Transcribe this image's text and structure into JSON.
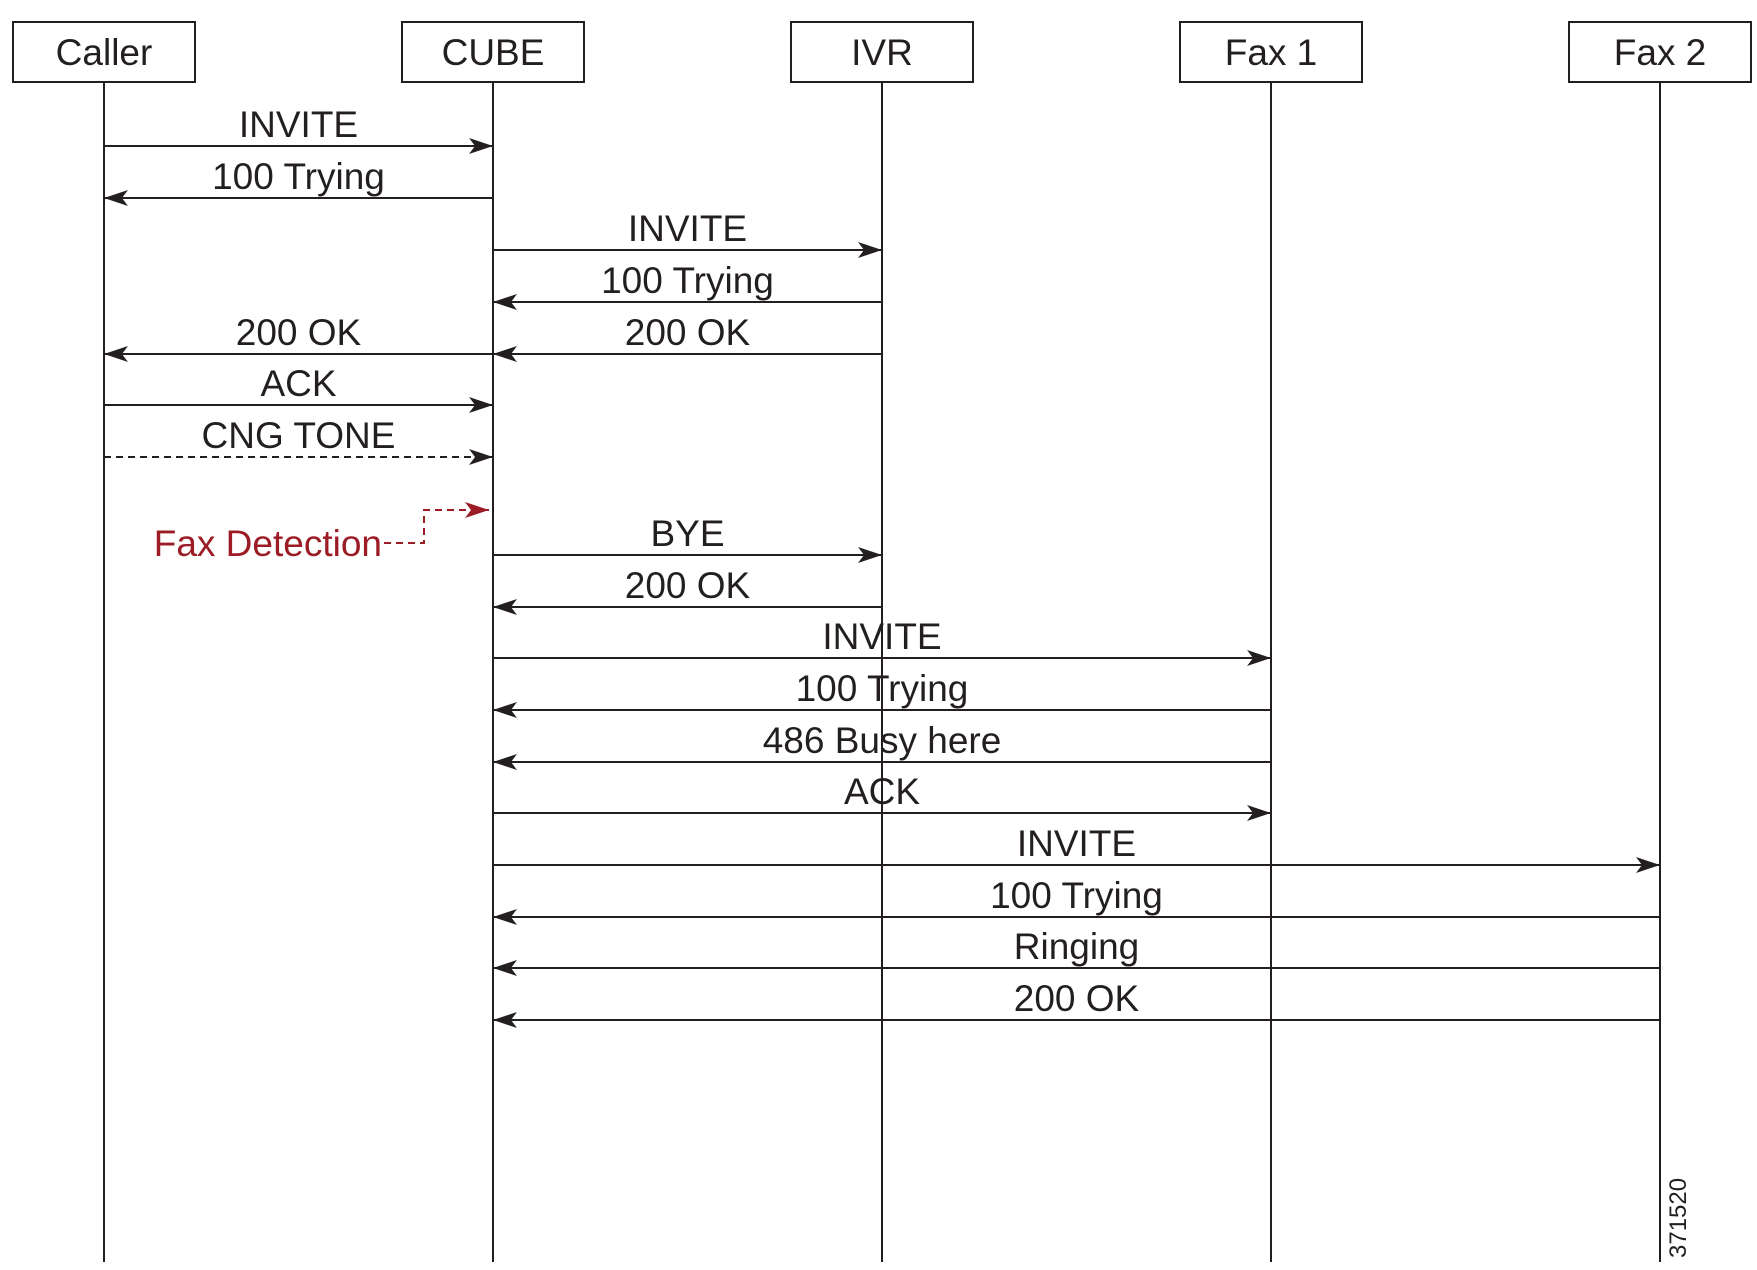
{
  "participants": [
    {
      "id": "caller",
      "label": "Caller"
    },
    {
      "id": "cube",
      "label": "CUBE"
    },
    {
      "id": "ivr",
      "label": "IVR"
    },
    {
      "id": "fax1",
      "label": "Fax 1"
    },
    {
      "id": "fax2",
      "label": "Fax 2"
    }
  ],
  "messages": [
    {
      "label": "INVITE",
      "from": "caller",
      "to": "cube",
      "style": "solid"
    },
    {
      "label": "100 Trying",
      "from": "cube",
      "to": "caller",
      "style": "solid"
    },
    {
      "label": "INVITE",
      "from": "cube",
      "to": "ivr",
      "style": "solid"
    },
    {
      "label": "100 Trying",
      "from": "ivr",
      "to": "cube",
      "style": "solid"
    },
    {
      "label": "200 OK",
      "from": "cube",
      "to": "caller",
      "style": "solid"
    },
    {
      "label": "200 OK",
      "from": "ivr",
      "to": "cube",
      "style": "solid"
    },
    {
      "label": "ACK",
      "from": "caller",
      "to": "cube",
      "style": "solid"
    },
    {
      "label": "CNG TONE",
      "from": "caller",
      "to": "cube",
      "style": "dashed"
    },
    {
      "label": "BYE",
      "from": "cube",
      "to": "ivr",
      "style": "solid"
    },
    {
      "label": "200 OK",
      "from": "ivr",
      "to": "cube",
      "style": "solid"
    },
    {
      "label": "INVITE",
      "from": "cube",
      "to": "fax1",
      "style": "solid"
    },
    {
      "label": "100 Trying",
      "from": "fax1",
      "to": "cube",
      "style": "solid"
    },
    {
      "label": "486 Busy here",
      "from": "fax1",
      "to": "cube",
      "style": "solid"
    },
    {
      "label": "ACK",
      "from": "cube",
      "to": "fax1",
      "style": "solid"
    },
    {
      "label": "INVITE",
      "from": "cube",
      "to": "fax2",
      "style": "solid"
    },
    {
      "label": "100 Trying",
      "from": "fax2",
      "to": "cube",
      "style": "solid"
    },
    {
      "label": "Ringing",
      "from": "fax2",
      "to": "cube",
      "style": "solid"
    },
    {
      "label": "200 OK",
      "from": "fax2",
      "to": "cube",
      "style": "solid"
    }
  ],
  "note": {
    "label": "Fax Detection",
    "target": "cube",
    "color": "#9b1c24"
  },
  "figure_id": "371520",
  "colors": {
    "line": "#231f20",
    "note": "#9b1c24",
    "background": "#ffffff"
  }
}
